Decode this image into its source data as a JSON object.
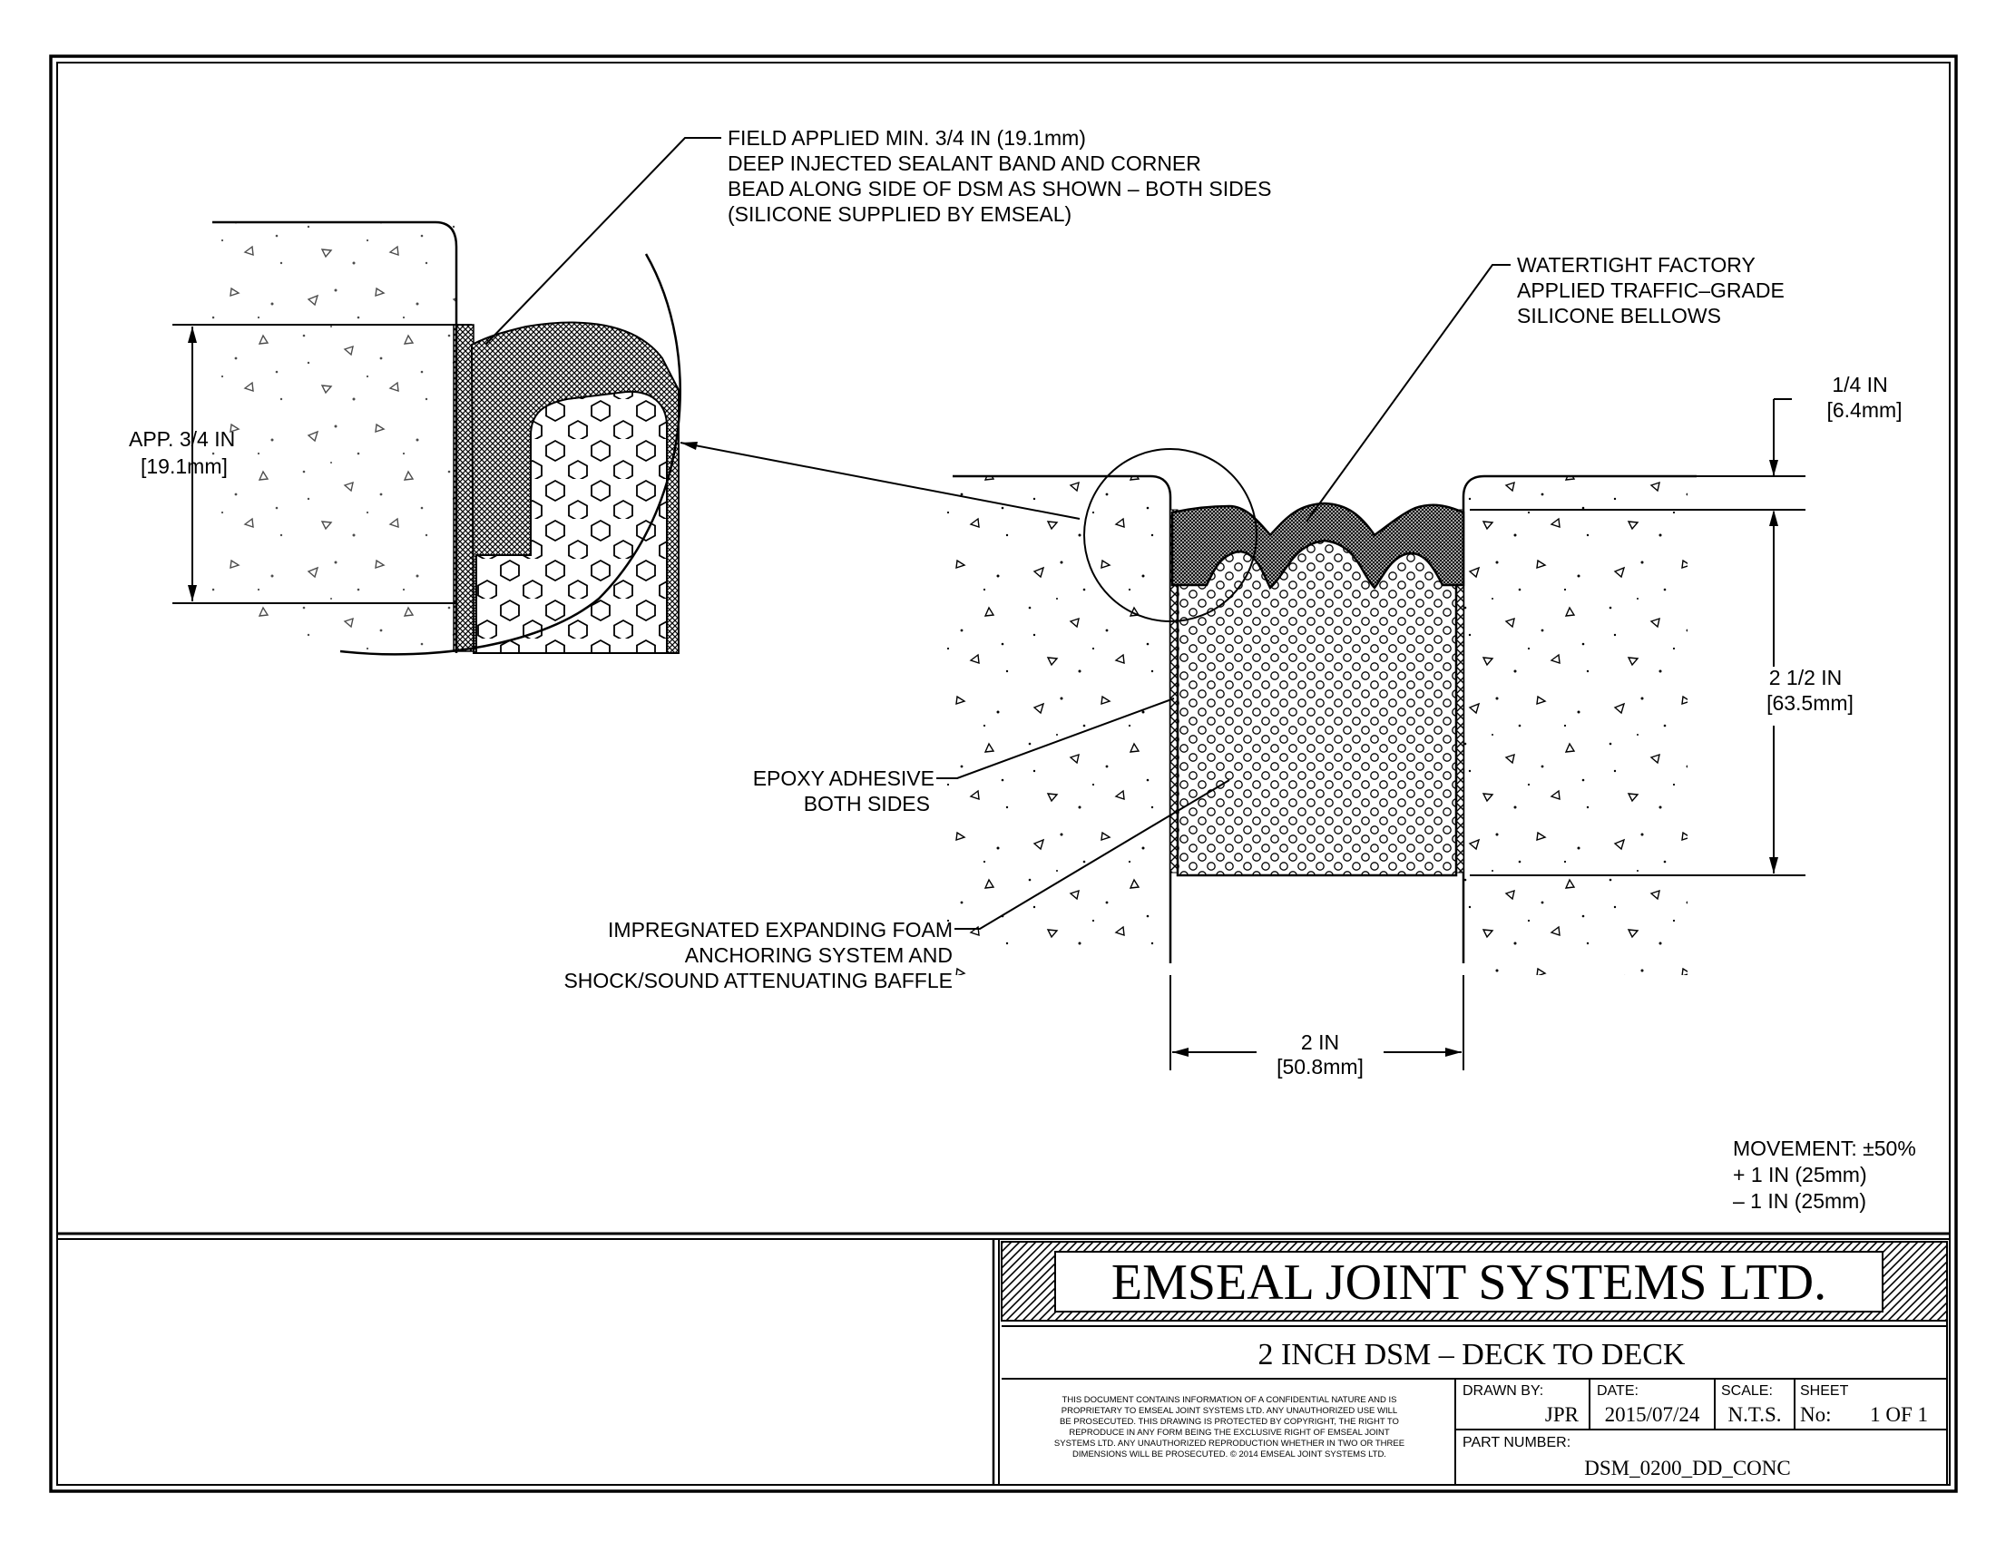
{
  "callouts": {
    "sealant_band": [
      "FIELD APPLIED MIN. 3/4 IN (19.1mm)",
      "DEEP INJECTED SEALANT BAND AND CORNER",
      "BEAD ALONG SIDE OF DSM AS SHOWN – BOTH SIDES",
      "(SILICONE SUPPLIED BY EMSEAL)"
    ],
    "bellows": [
      "WATERTIGHT FACTORY",
      "APPLIED TRAFFIC–GRADE",
      "SILICONE BELLOWS"
    ],
    "epoxy": [
      "EPOXY ADHESIVE",
      "BOTH SIDES"
    ],
    "foam": [
      "IMPREGNATED EXPANDING FOAM",
      "ANCHORING SYSTEM AND",
      "SHOCK/SOUND ATTENUATING BAFFLE"
    ]
  },
  "dimensions": {
    "detail_depth": [
      "APP. 3/4 IN",
      "[19.1mm]"
    ],
    "recess": [
      "1/4 IN",
      "[6.4mm]"
    ],
    "depth": [
      "2 1/2 IN",
      "[63.5mm]"
    ],
    "width": [
      "2 IN",
      "[50.8mm]"
    ]
  },
  "movement": [
    "MOVEMENT: ±50%",
    "+ 1 IN (25mm)",
    "– 1 IN (25mm)"
  ],
  "title_block": {
    "company": "EMSEAL JOINT SYSTEMS LTD.",
    "drawing_title": "2 INCH DSM – DECK TO DECK",
    "legal": [
      "THIS DOCUMENT CONTAINS INFORMATION OF A CONFIDENTIAL NATURE AND IS",
      "PROPRIETARY TO EMSEAL JOINT SYSTEMS LTD. ANY UNAUTHORIZED USE WILL",
      "BE PROSECUTED. THIS DRAWING IS PROTECTED BY COPYRIGHT, THE RIGHT TO",
      "REPRODUCE IN ANY FORM BEING THE EXCLUSIVE RIGHT OF EMSEAL JOINT",
      "SYSTEMS LTD. ANY UNAUTHORIZED REPRODUCTION WHETHER IN TWO OR THREE",
      "DIMENSIONS WILL BE PROSECUTED. © 2014 EMSEAL JOINT SYSTEMS LTD."
    ],
    "drawn_by_label": "DRAWN BY:",
    "drawn_by": "JPR",
    "date_label": "DATE:",
    "date": "2015/07/24",
    "scale_label": "SCALE:",
    "scale": "N.T.S.",
    "sheet_label": "SHEET",
    "sheet_no_label": "No:",
    "sheet_no": "1 OF 1",
    "part_number_label": "PART NUMBER:",
    "part_number": "DSM_0200_DD_CONC"
  }
}
